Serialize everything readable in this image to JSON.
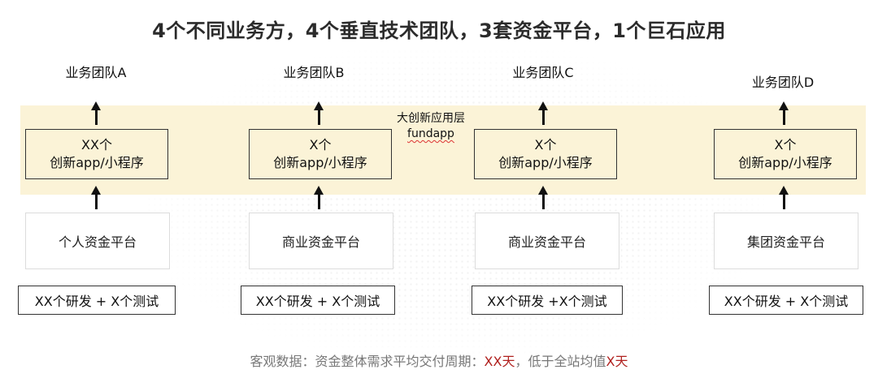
{
  "title": "4个不同业务方，4个垂直技术团队，3套资金平台，1个巨石应用",
  "band": {
    "label_line1": "大创新应用层",
    "label_line2": "fundapp"
  },
  "columns": [
    {
      "team": "业务团队A",
      "app_line1": "XX个",
      "app_line2": "创新app/小程序",
      "platform": "个人资金平台",
      "staff": "XX个研发 + X个测试"
    },
    {
      "team": "业务团队B",
      "app_line1": "X个",
      "app_line2": "创新app/小程序",
      "platform": "商业资金平台",
      "staff": "XX个研发 + X个测试"
    },
    {
      "team": "业务团队C",
      "app_line1": "X个",
      "app_line2": "创新app/小程序",
      "platform": "商业资金平台",
      "staff": "XX个研发 +X个测试"
    },
    {
      "team": "业务团队D",
      "app_line1": "X个",
      "app_line2": "创新app/小程序",
      "platform": "集团资金平台",
      "staff": "XX个研发 + X个测试"
    }
  ],
  "footer": {
    "prefix": "客观数据：资金整体需求平均交付周期：",
    "value1": "XX天",
    "middle": "，低于全站均值",
    "value2": "X天"
  },
  "colors": {
    "band": "#fbf3d7",
    "highlight": "#b0201e"
  }
}
